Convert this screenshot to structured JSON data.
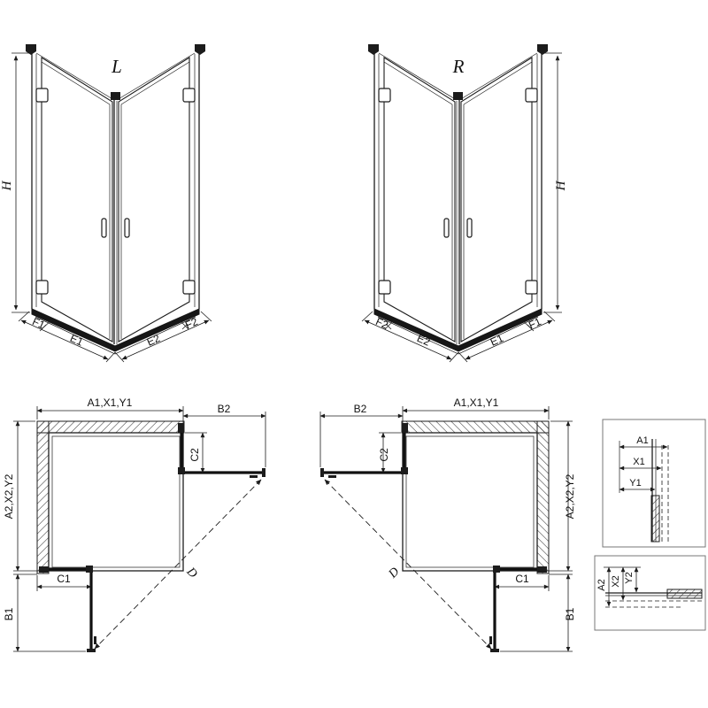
{
  "drawing": {
    "background": "#ffffff",
    "line_color": "#1c1c1c",
    "glass_profile_color": "#111111",
    "detail_box_border_color": "#777777"
  },
  "elevation_left": {
    "variant_label": "L",
    "height_label": "H",
    "seg_f1": "F1",
    "seg_e1": "E1",
    "seg_e2": "E2",
    "seg_f2": "F2"
  },
  "elevation_right": {
    "variant_label": "R",
    "height_label": "H",
    "seg_f1": "F1",
    "seg_e1": "E1",
    "seg_e2": "E2",
    "seg_f2": "F2"
  },
  "plan_left": {
    "top_width": "A1,X1,Y1",
    "door_top": "B2",
    "fixed_right": "C2",
    "side_depth": "A2,X2,Y2",
    "fixed_bottom": "C1",
    "door_side": "B1",
    "diagonal": "D"
  },
  "plan_right": {
    "top_width": "A1,X1,Y1",
    "door_top": "B2",
    "fixed_left": "C2",
    "side_depth": "A2,X2,Y2",
    "fixed_bottom": "C1",
    "door_side": "B1",
    "diagonal": "D"
  },
  "detail_top": {
    "a1": "A1",
    "x1": "X1",
    "y1": "Y1"
  },
  "detail_bottom": {
    "a2": "A2",
    "x2": "X2",
    "y2": "Y2"
  }
}
